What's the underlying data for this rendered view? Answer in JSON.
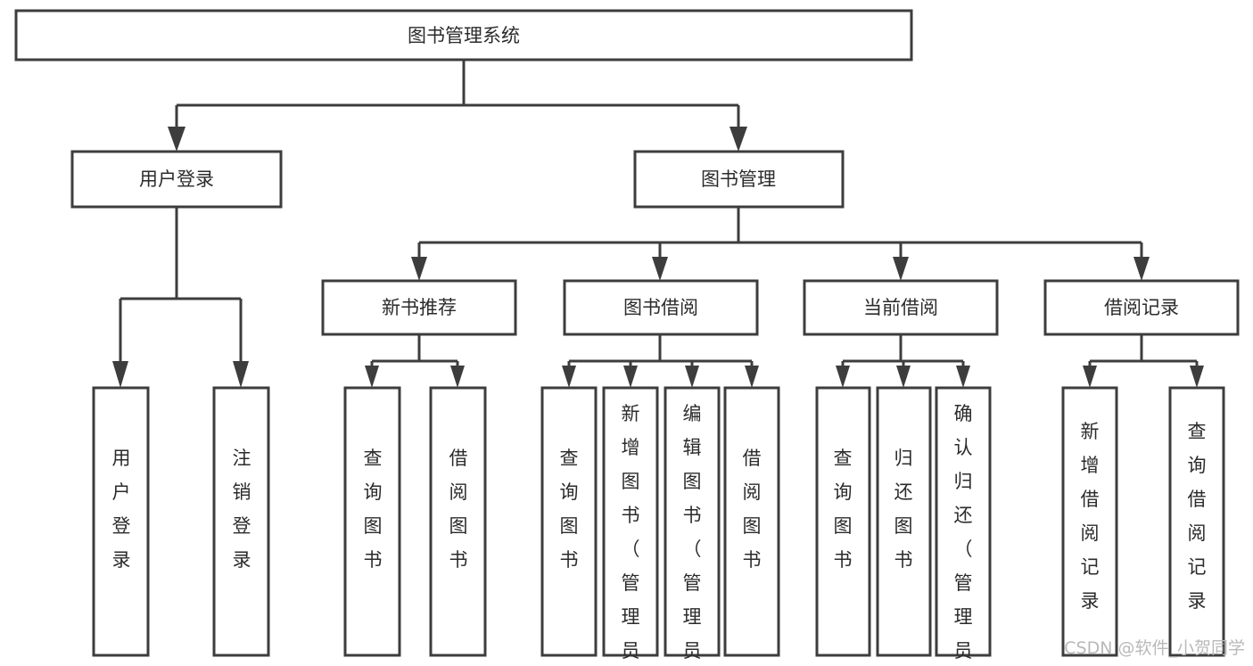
{
  "diagram": {
    "type": "tree",
    "title": "图书管理系统",
    "background_color": "#ffffff",
    "box_stroke_color": "#3d3d3d",
    "box_fill_color": "#ffffff",
    "text_color": "#2b2b2b",
    "watermark": "CSDN @软件_小贺同学",
    "watermark_color": "#b9b9b9",
    "levels": {
      "root": "图书管理系统",
      "level2": [
        "用户登录",
        "图书管理"
      ],
      "level3": [
        "新书推荐",
        "图书借阅",
        "当前借阅",
        "借阅记录"
      ],
      "leaves": [
        "用户登录",
        "注销登录",
        "查询图书",
        "借阅图书",
        "查询图书",
        "新增图书（管理员）",
        "编辑图书（管理员）",
        "借阅图书",
        "查询图书",
        "归还图书",
        "确认归还（管理员）",
        "新增借阅记录",
        "查询借阅记录"
      ]
    },
    "nodes": {
      "root": {
        "label": "图书管理系统"
      },
      "user_login": {
        "label": "用户登录"
      },
      "book_manage": {
        "label": "图书管理"
      },
      "new_book_rec": {
        "label": "新书推荐"
      },
      "book_borrow": {
        "label": "图书借阅"
      },
      "current_borrow": {
        "label": "当前借阅"
      },
      "borrow_record": {
        "label": "借阅记录"
      },
      "leaf_user_login": {
        "label": "用户登录"
      },
      "leaf_logout": {
        "label": "注销登录"
      },
      "leaf_query_book_1": {
        "label": "查询图书"
      },
      "leaf_borrow_book_1": {
        "label": "借阅图书"
      },
      "leaf_query_book_2": {
        "label": "查询图书"
      },
      "leaf_add_book": {
        "label": "新增图书（管理员）"
      },
      "leaf_edit_book": {
        "label": "编辑图书（管理员）"
      },
      "leaf_borrow_book_2": {
        "label": "借阅图书"
      },
      "leaf_query_book_3": {
        "label": "查询图书"
      },
      "leaf_return_book": {
        "label": "归还图书"
      },
      "leaf_confirm_return": {
        "label": "确认归还（管理员）"
      },
      "leaf_add_record": {
        "label": "新增借阅记录"
      },
      "leaf_query_record": {
        "label": "查询借阅记录"
      }
    },
    "edges": [
      {
        "from": "root",
        "to": "user_login"
      },
      {
        "from": "root",
        "to": "book_manage"
      },
      {
        "from": "user_login",
        "to": "leaf_user_login"
      },
      {
        "from": "user_login",
        "to": "leaf_logout"
      },
      {
        "from": "book_manage",
        "to": "new_book_rec"
      },
      {
        "from": "book_manage",
        "to": "book_borrow"
      },
      {
        "from": "book_manage",
        "to": "current_borrow"
      },
      {
        "from": "book_manage",
        "to": "borrow_record"
      },
      {
        "from": "new_book_rec",
        "to": "leaf_query_book_1"
      },
      {
        "from": "new_book_rec",
        "to": "leaf_borrow_book_1"
      },
      {
        "from": "book_borrow",
        "to": "leaf_query_book_2"
      },
      {
        "from": "book_borrow",
        "to": "leaf_add_book"
      },
      {
        "from": "book_borrow",
        "to": "leaf_edit_book"
      },
      {
        "from": "book_borrow",
        "to": "leaf_borrow_book_2"
      },
      {
        "from": "current_borrow",
        "to": "leaf_query_book_3"
      },
      {
        "from": "current_borrow",
        "to": "leaf_return_book"
      },
      {
        "from": "current_borrow",
        "to": "leaf_confirm_return"
      },
      {
        "from": "borrow_record",
        "to": "leaf_add_record"
      },
      {
        "from": "borrow_record",
        "to": "leaf_query_record"
      }
    ]
  }
}
